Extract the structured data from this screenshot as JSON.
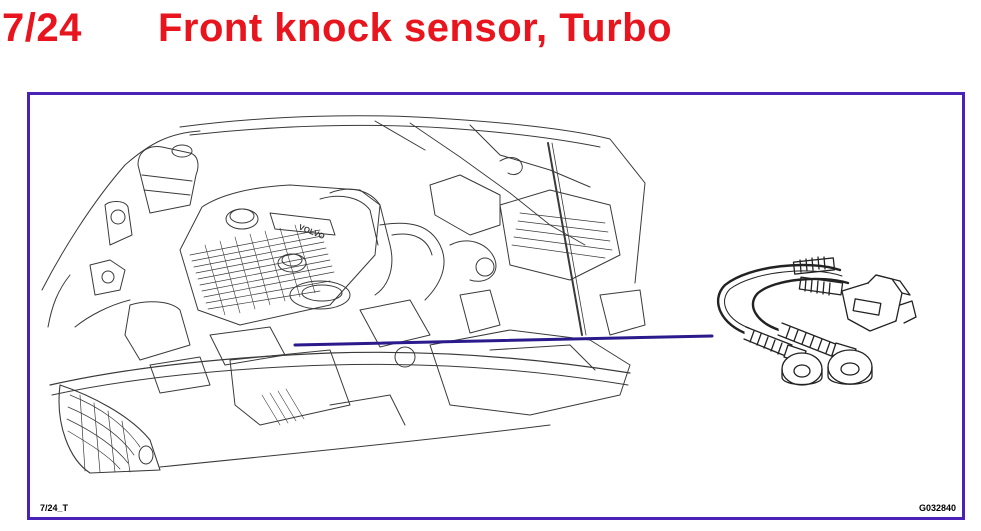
{
  "header": {
    "code": "7/24",
    "title": "Front knock sensor, Turbo"
  },
  "figure": {
    "ref_left": "7/24_T",
    "ref_right": "G032840",
    "engine_badge": "VOLVO"
  },
  "colors": {
    "title": "#e8141e",
    "frame_border": "#4a22b8",
    "pointer_line": "#2a1a8c",
    "drawing": "#333333"
  },
  "icons": {
    "engine": "engine-bay-illustration-icon",
    "sensor": "knock-sensor-harness-icon"
  }
}
